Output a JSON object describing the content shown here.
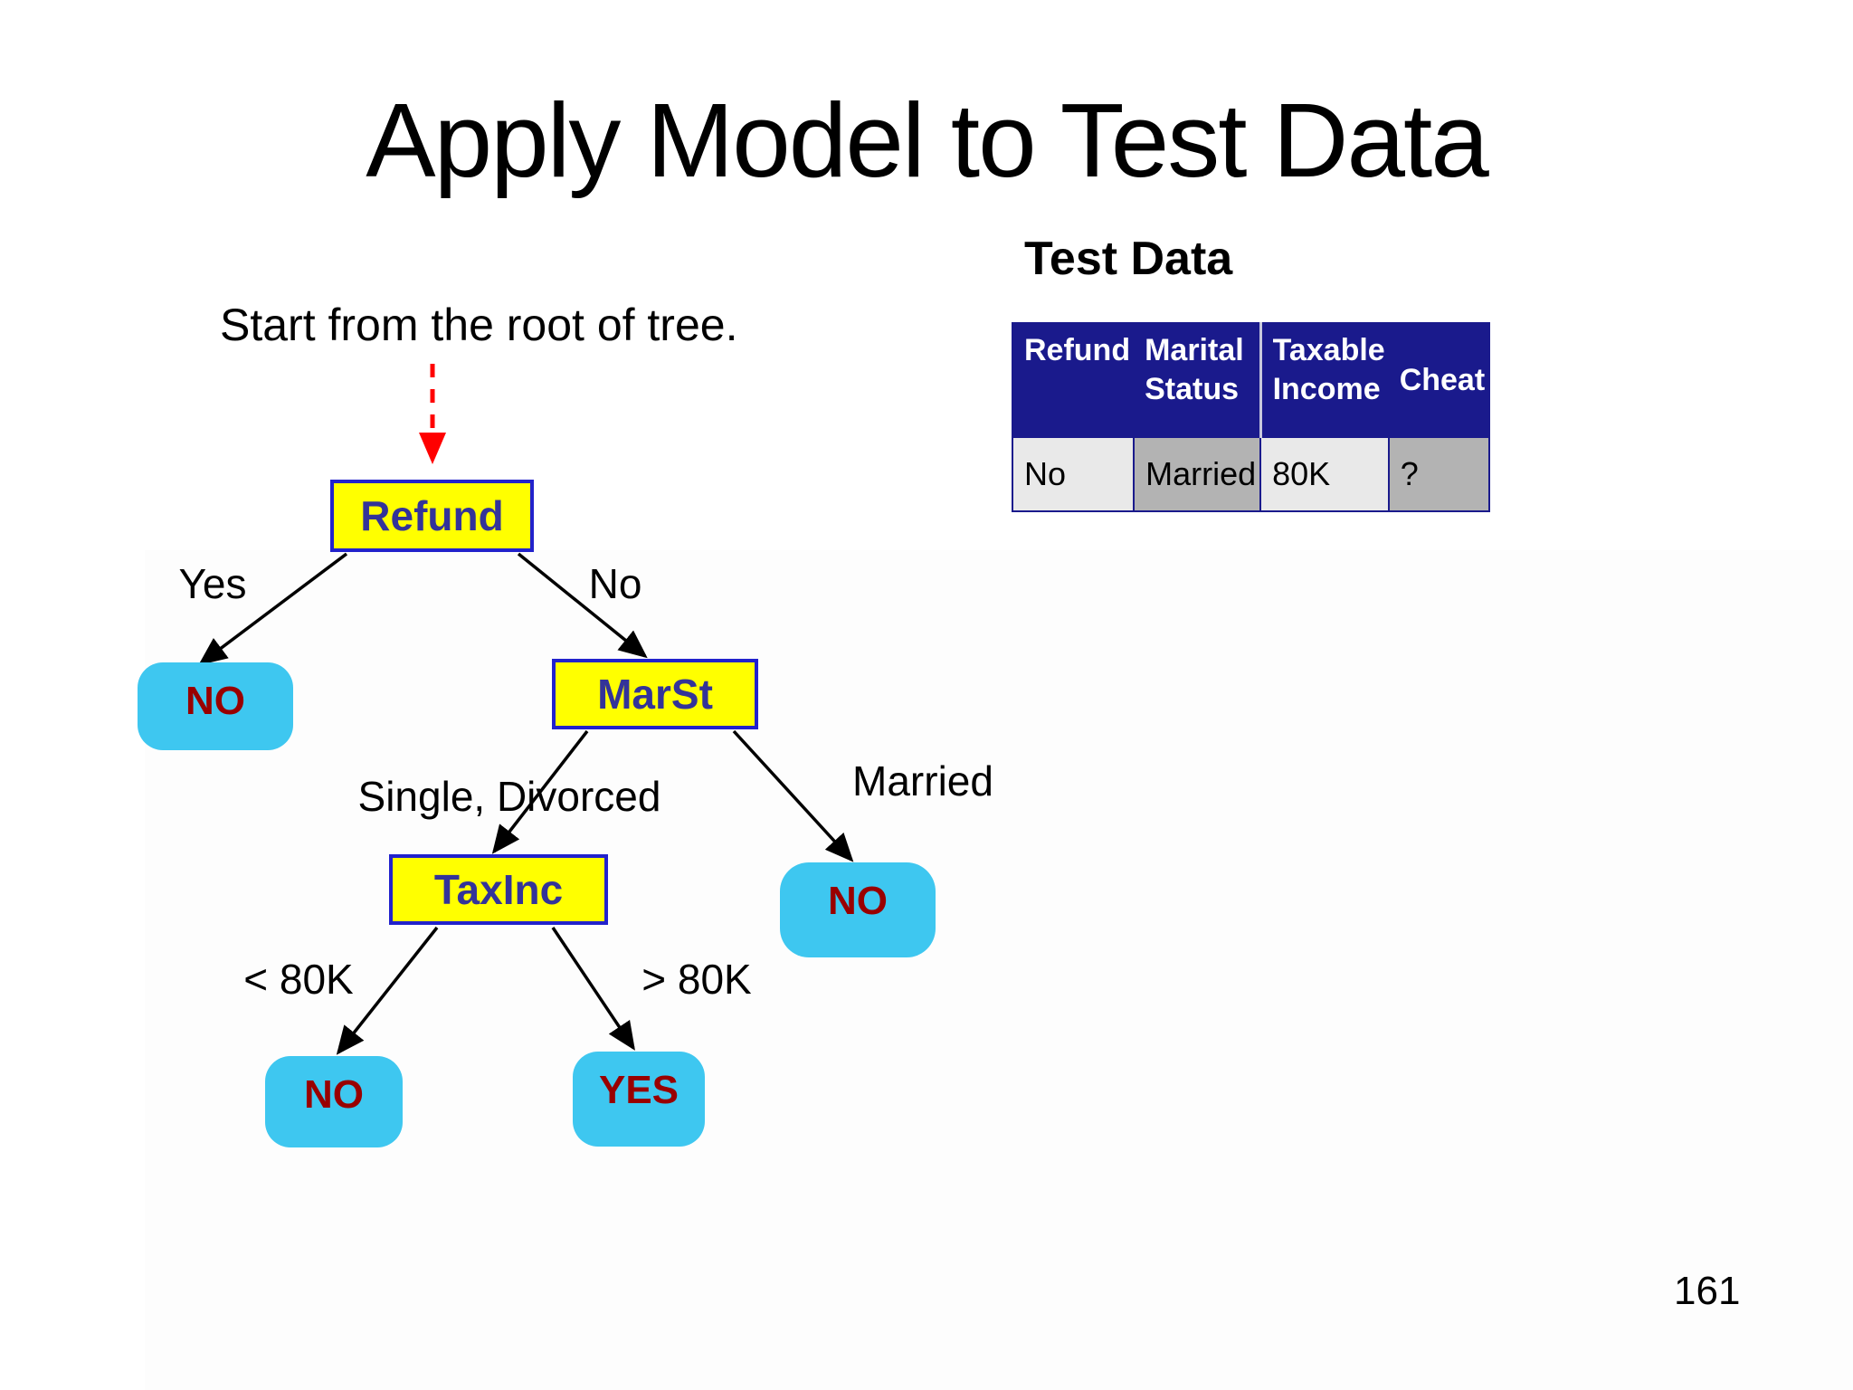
{
  "title": "Apply Model to Test Data",
  "subtitle": "Start from the root of tree.",
  "page_number": "161",
  "test_data": {
    "heading": "Test Data",
    "columns": [
      "Refund",
      "Marital Status",
      "Taxable Income",
      "Cheat"
    ],
    "row": [
      "No",
      "Married",
      "80K",
      "?"
    ]
  },
  "tree": {
    "root_label": "Refund",
    "marst_label": "MarSt",
    "taxinc_label": "TaxInc",
    "leaf_no_refund_yes": "NO",
    "leaf_no_married": "NO",
    "leaf_no_low_income": "NO",
    "leaf_yes_high_income": "YES",
    "edge_labels": {
      "yes": "Yes",
      "no": "No",
      "single_divorced": "Single, Divorced",
      "married": "Married",
      "lt_80k": "< 80K",
      "gt_80k": "> 80K"
    }
  },
  "colors": {
    "decision_node_fill": "#FFFF00",
    "decision_node_border": "#2222CC",
    "decision_node_text": "#333399",
    "leaf_node_fill": "#3EC7F0",
    "leaf_node_text": "#990000",
    "table_header_bg": "#1A1A8C",
    "table_cell_light": "#E9E9E9",
    "table_cell_dark": "#B3B3B3",
    "edge_line": "#000000",
    "start_arrow": "#FF0000"
  }
}
